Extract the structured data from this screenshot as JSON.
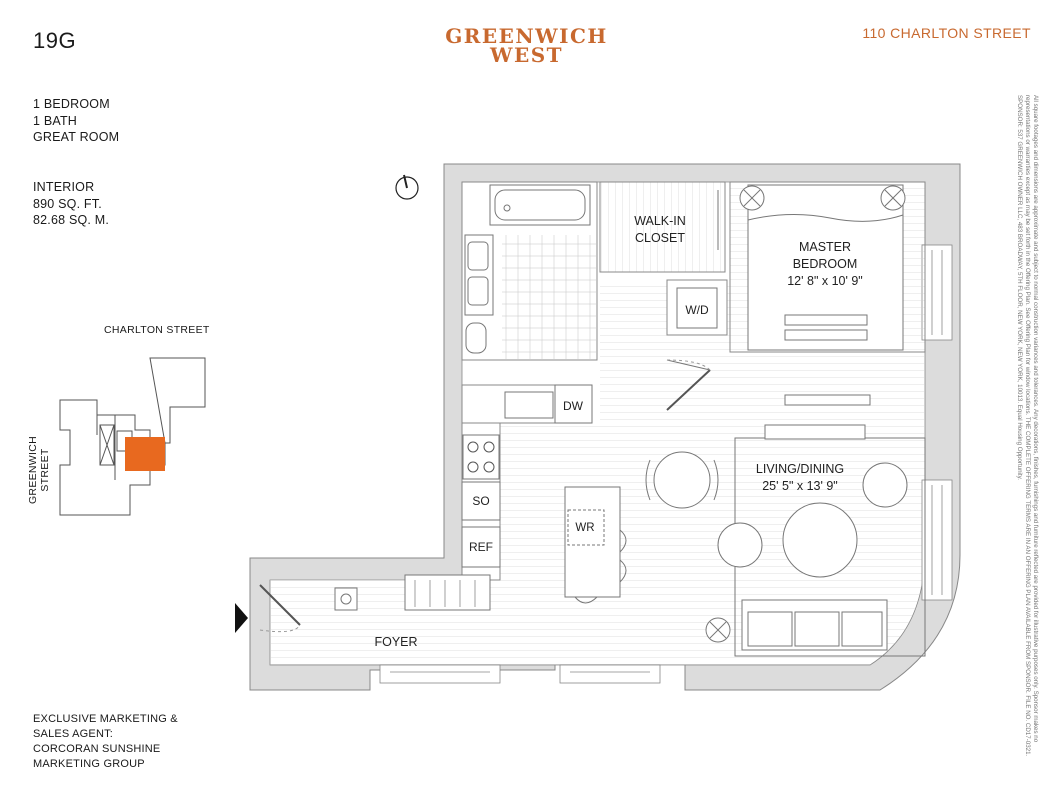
{
  "header": {
    "unit": "19G",
    "brand_line1": "GREENWICH",
    "brand_line2": "WEST",
    "address": "110 CHARLTON STREET"
  },
  "summary": {
    "bedrooms": "1 BEDROOM",
    "baths": "1 BATH",
    "extra": "GREAT ROOM"
  },
  "area": {
    "label": "INTERIOR",
    "sqft": "890 SQ. FT.",
    "sqm": "82.68 SQ. M."
  },
  "keyplan": {
    "street_top": "CHARLTON STREET",
    "street_side": "GREENWICH STREET",
    "highlight_color": "#e8691f"
  },
  "agent": {
    "line1": "EXCLUSIVE MARKETING &",
    "line2": "SALES AGENT:",
    "line3": "CORCORAN SUNSHINE",
    "line4": "MARKETING GROUP"
  },
  "plan": {
    "walkin_1": "WALK-IN",
    "walkin_2": "CLOSET",
    "master_1": "MASTER",
    "master_2": "BEDROOM",
    "master_dim": "12' 8\" x 10' 9\"",
    "wd": "W/D",
    "dw": "DW",
    "so": "SO",
    "ref": "REF",
    "wr": "WR",
    "living": "LIVING/DINING",
    "living_dim": "25' 5\" x 13' 9\"",
    "foyer": "FOYER",
    "wall_color": "#dcdcdc"
  },
  "colors": {
    "brand": "#c8692f"
  },
  "disclaimer": "All square footages and dimensions are approximate and subject to normal construction variances and tolerances. Any decorations, finishes, furnishings and furniture reflected are provided for illustrative purposes only. Sponsor makes no representations or warranties except as may be set forth in the Offering Plan. See Offering Plan for window locations. THE COMPLETE OFFERING TERMS ARE IN AN OFFERING PLAN AVAILABLE FROM SPONSOR. FILE NO. CD17-0321. SPONSOR: 537 GREENWICH OWNER LLC, 483 BROADWAY, 5TH FLOOR, NEW YORK, NEW YORK, 10013. Equal Housing Opportunity."
}
